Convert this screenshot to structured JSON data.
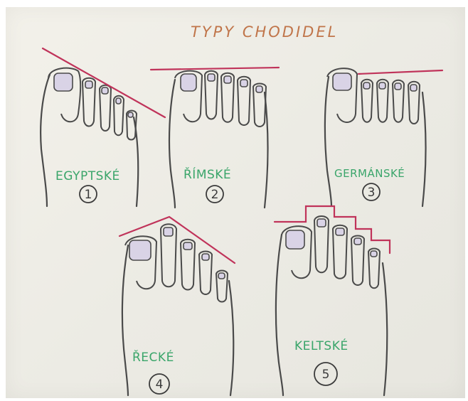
{
  "title": "TYPY CHODIDEL",
  "feet": [
    {
      "label": "EGYPTSKÉ",
      "number": "1"
    },
    {
      "label": "ŘÍMSKÉ",
      "number": "2"
    },
    {
      "label": "GERMÁNSKÉ",
      "number": "3"
    },
    {
      "label": "ŘECKÉ",
      "number": "4"
    },
    {
      "label": "KELTSKÉ",
      "number": "5"
    }
  ],
  "colors": {
    "paper": "#eeede6",
    "title": "#c0754a",
    "label": "#3aa56a",
    "line": "#c0335a",
    "pencil": "#4a4a4a"
  }
}
